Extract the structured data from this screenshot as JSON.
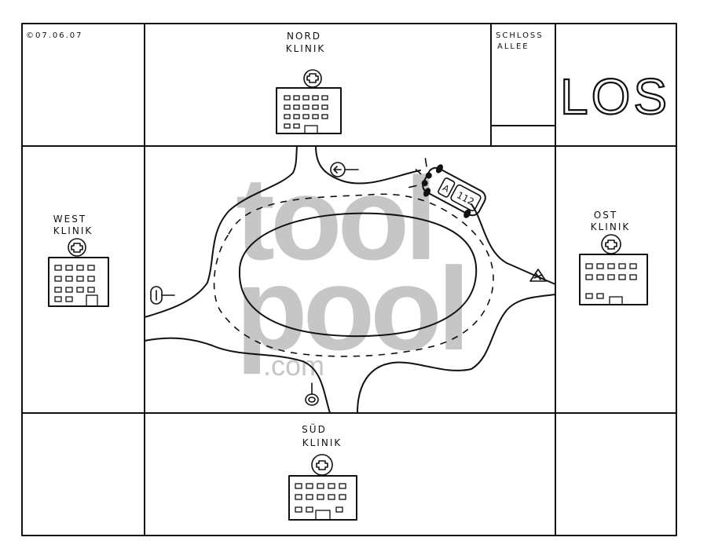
{
  "copyright": "©07.06.07",
  "start_field": "LOS",
  "street": {
    "line1": "SCHLOSS",
    "line2": "ALLEE"
  },
  "clinics": {
    "nord": {
      "line1": "NORD",
      "line2": "KLINIK"
    },
    "west": {
      "line1": "WEST",
      "line2": "KLINIK"
    },
    "ost": {
      "line1": "OST",
      "line2": "KLINIK"
    },
    "sued": {
      "line1": "SÜD",
      "line2": "KLINIK"
    }
  },
  "ambulance": {
    "number": "112",
    "roof_mark": "A"
  },
  "watermark": {
    "line1": "tool",
    "line2": "pool",
    "suffix": ".com"
  }
}
